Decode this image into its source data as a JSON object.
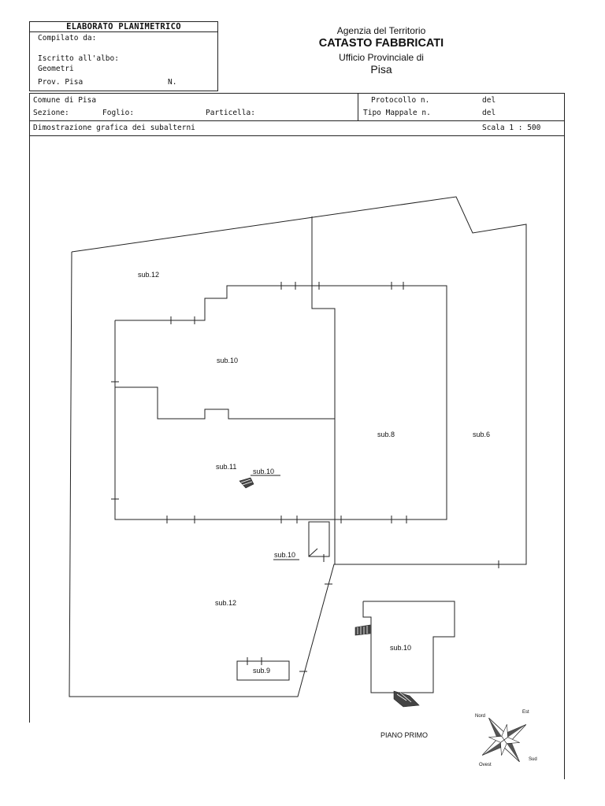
{
  "header_box": {
    "title": "ELABORATO PLANIMETRICO",
    "compiled_by": "Compilato da:",
    "registered": "Iscritto all'albo:",
    "profession": "Geometri",
    "province": "Prov. Pisa",
    "number": "N."
  },
  "agency": {
    "line1": "Agenzia del Territorio",
    "line2": "CATASTO FABBRICATI",
    "line3": "Ufficio Provinciale di",
    "line4": "Pisa"
  },
  "info_row": {
    "comune": "Comune di Pisa",
    "sezione": "Sezione:",
    "foglio": "Foglio:",
    "particella": "Particella:",
    "protocollo": "Protocollo n.",
    "del1": "del",
    "tipo_mappale": "Tipo Mappale n.",
    "del2": "del"
  },
  "subtitle_row": {
    "description": "Dimostrazione grafica dei subalterni",
    "scale": "Scala 1 : 500"
  },
  "plan": {
    "labels": {
      "sub12_top": "sub.12",
      "sub10_main": "sub.10",
      "sub8_left": "sub.8",
      "sub8_right": "sub.6",
      "sub11": "sub.11",
      "sub10_stair": "sub.10",
      "sub10_small": "sub.10",
      "sub12_bottom": "sub.12",
      "sub10_annex": "sub.10",
      "sub9": "sub.9"
    },
    "floor_name": "PIANO PRIMO"
  },
  "compass": {
    "north": "Nord",
    "east": "Est",
    "west": "Ovest",
    "south": "Sud"
  }
}
